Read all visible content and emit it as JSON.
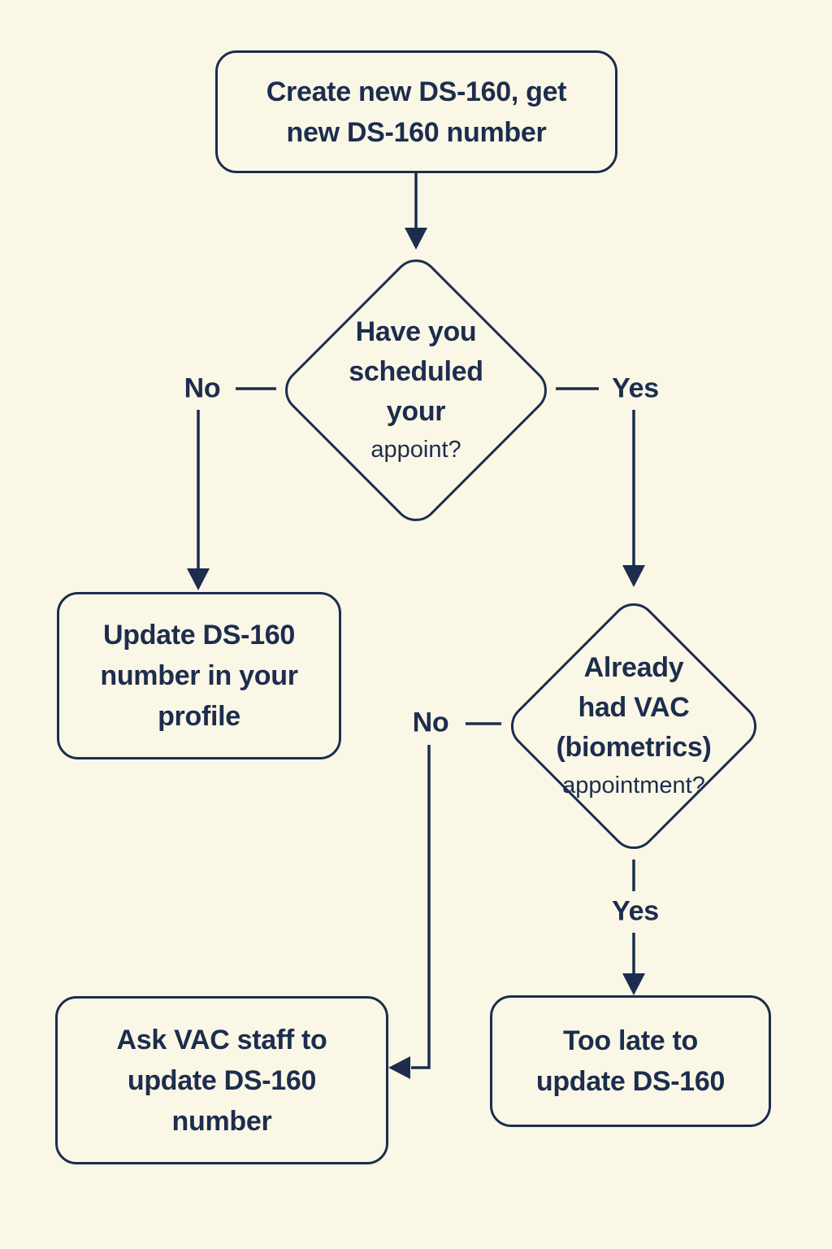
{
  "palette": {
    "bg": "#FBF7E6",
    "ink": "#1C2D4E"
  },
  "nodes": {
    "start": {
      "lines": [
        "Create new DS-160, get",
        "new DS-160 number"
      ]
    },
    "decision_scheduled": {
      "lines": [
        "Have you",
        "scheduled",
        "your"
      ],
      "small_line": "appoint?"
    },
    "update_profile": {
      "lines": [
        "Update DS-160",
        "number in your",
        "profile"
      ]
    },
    "decision_vac": {
      "lines": [
        "Already",
        "had VAC",
        "(biometrics)"
      ],
      "small_line": "appointment?"
    },
    "ask_vac": {
      "lines": [
        "Ask VAC staff to",
        "update DS-160",
        "number"
      ]
    },
    "too_late": {
      "lines": [
        "Too late to",
        "update DS-160"
      ]
    }
  },
  "labels": {
    "scheduled_no": "No",
    "scheduled_yes": "Yes",
    "vac_no": "No",
    "vac_yes": "Yes"
  }
}
